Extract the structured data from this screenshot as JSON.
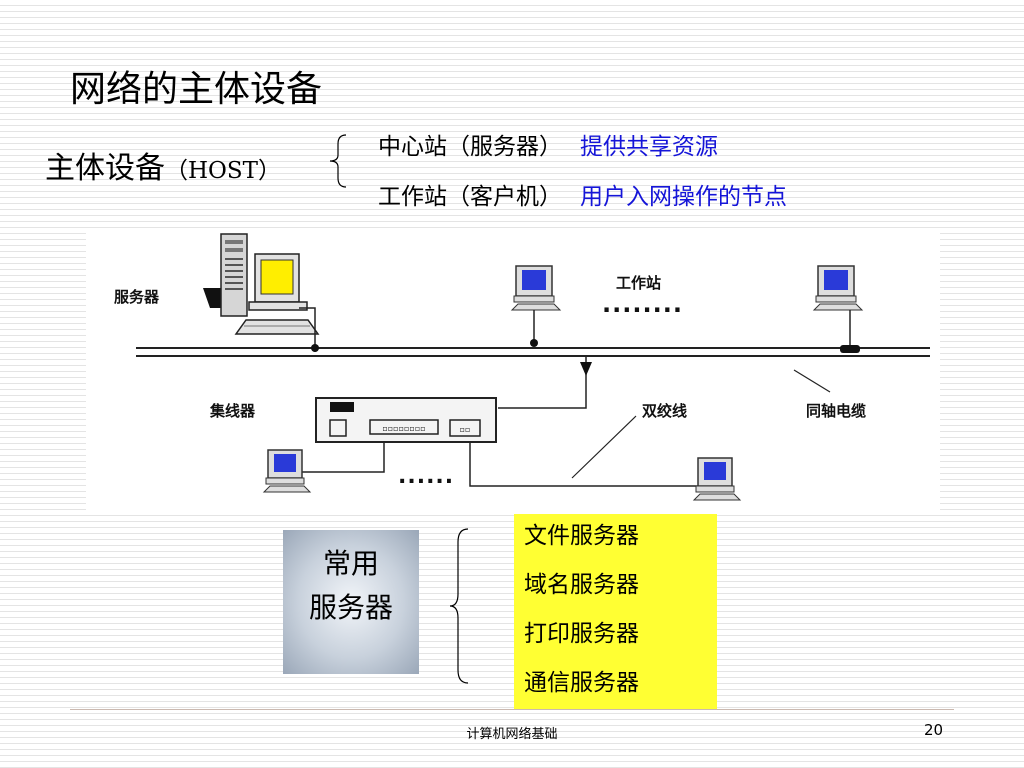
{
  "title": "网络的主体设备",
  "host": {
    "label": "主体设备",
    "paren": "（HOST）"
  },
  "definitions": [
    {
      "term": "中心站（服务器）",
      "desc": "提供共享资源"
    },
    {
      "term": "工作站（客户机）",
      "desc": "用户入网操作的节点"
    }
  ],
  "diagram": {
    "server_label": "服务器",
    "workstation_label": "工作站",
    "hub_label": "集线器",
    "twisted_pair_label": "双绞线",
    "coax_label": "同轴电缆",
    "dots_top": "........",
    "dots_bottom": "......"
  },
  "servers": {
    "box_line1": "常用",
    "box_line2": "服务器",
    "items": [
      "文件服务器",
      "域名服务器",
      "打印服务器",
      "通信服务器"
    ]
  },
  "footer": {
    "text": "计算机网络基础",
    "page": "20"
  },
  "colors": {
    "accent_blue": "#1515d8",
    "highlight_yellow": "#ffff33"
  }
}
